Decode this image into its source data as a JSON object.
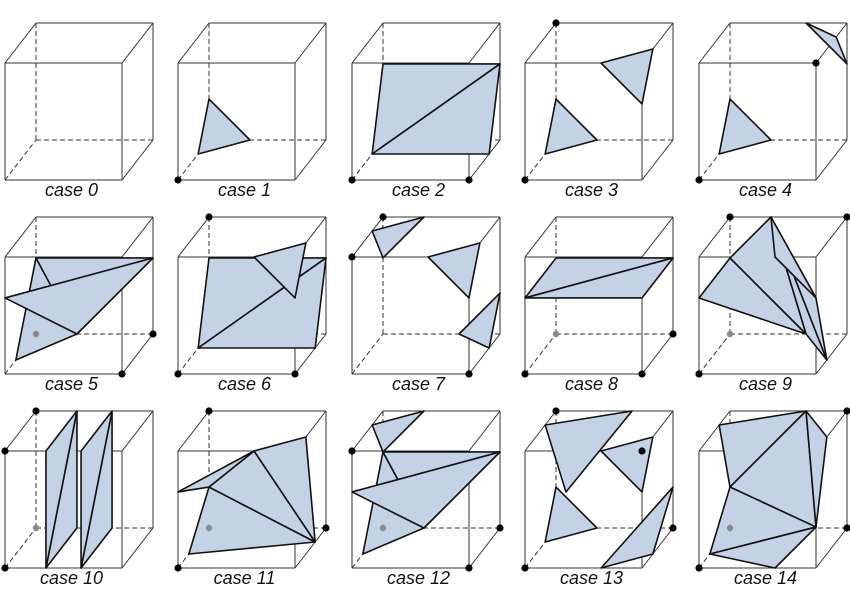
{
  "figure": {
    "cases": [
      {
        "label": "case 0",
        "vertices": [],
        "triangles": []
      },
      {
        "label": "case 1",
        "vertices": [
          0
        ],
        "triangles": [
          [
            [
              0,
              0.35,
              1
            ],
            [
              0.35,
              0,
              1
            ],
            [
              0,
              0,
              0.65
            ]
          ]
        ]
      },
      {
        "label": "case 2",
        "vertices": [
          0,
          1
        ],
        "triangles": [
          [
            [
              0,
              0.65,
              1
            ],
            [
              1,
              0.65,
              1
            ],
            [
              0,
              0,
              0.65
            ]
          ],
          [
            [
              1,
              0.65,
              1
            ],
            [
              1,
              0,
              0.65
            ],
            [
              0,
              0,
              0.65
            ]
          ]
        ]
      },
      {
        "label": "case 3",
        "vertices": [
          0,
          6
        ],
        "triangles": [
          [
            [
              0,
              0.35,
              1
            ],
            [
              0.35,
              0,
              1
            ],
            [
              0,
              0,
              0.65
            ]
          ],
          [
            [
              1,
              0.65,
              0
            ],
            [
              0.65,
              1,
              0
            ],
            [
              1,
              1,
              0.35
            ]
          ]
        ]
      },
      {
        "label": "case 4",
        "vertices": [
          0,
          5
        ],
        "triangles": [
          [
            [
              0,
              0.35,
              1
            ],
            [
              0.35,
              0,
              1
            ],
            [
              0,
              0,
              0.65
            ]
          ],
          [
            [
              0.65,
              1,
              1
            ],
            [
              1,
              0.65,
              1
            ],
            [
              1,
              1,
              0.65
            ]
          ]
        ]
      },
      {
        "label": "case 5",
        "vertices": [
          1,
          2,
          3
        ],
        "triangles": [
          [
            [
              0,
              0,
              0.35
            ],
            [
              0,
              0.65,
              1
            ],
            [
              0.35,
              0,
              1
            ]
          ],
          [
            [
              0,
              0.65,
              1
            ],
            [
              1,
              0.65,
              1
            ],
            [
              0.35,
              0,
              1
            ]
          ],
          [
            [
              1,
              0.65,
              1
            ],
            [
              0,
              0.65,
              0
            ],
            [
              0.35,
              0,
              1
            ]
          ]
        ]
      },
      {
        "label": "case 6",
        "vertices": [
          0,
          1,
          6
        ],
        "triangles": [
          [
            [
              0,
              0.65,
              1
            ],
            [
              1,
              0.65,
              1
            ],
            [
              0,
              0,
              0.65
            ]
          ],
          [
            [
              1,
              0.65,
              1
            ],
            [
              1,
              0,
              0.65
            ],
            [
              0,
              0,
              0.65
            ]
          ],
          [
            [
              1,
              0.65,
              0
            ],
            [
              0.65,
              1,
              0
            ],
            [
              1,
              1,
              0.35
            ]
          ]
        ]
      },
      {
        "label": "case 7",
        "vertices": [
          1,
          4,
          6
        ],
        "triangles": [
          [
            [
              0,
              0.65,
              1
            ],
            [
              0.35,
              1,
              1
            ],
            [
              0,
              1,
              0.65
            ]
          ],
          [
            [
              0.65,
              0,
              1
            ],
            [
              1,
              0.35,
              1
            ],
            [
              1,
              0,
              0.65
            ]
          ],
          [
            [
              1,
              0.65,
              0
            ],
            [
              0.65,
              1,
              0
            ],
            [
              1,
              1,
              0.35
            ]
          ]
        ]
      },
      {
        "label": "case 8",
        "vertices": [
          0,
          1,
          2,
          3
        ],
        "triangles": [
          [
            [
              0,
              0.65,
              1
            ],
            [
              1,
              0.65,
              1
            ],
            [
              0,
              0.65,
              0
            ]
          ],
          [
            [
              1,
              0.65,
              1
            ],
            [
              1,
              0.65,
              0
            ],
            [
              0,
              0.65,
              0
            ]
          ]
        ]
      },
      {
        "label": "case 9",
        "vertices": [
          0,
          2,
          6,
          7
        ],
        "triangles": [
          [
            [
              0,
              0.65,
              1
            ],
            [
              0,
              0.65,
              0
            ],
            [
              0.65,
              0,
              1
            ]
          ],
          [
            [
              0,
              0.65,
              1
            ],
            [
              0.35,
              1,
              1
            ],
            [
              0.65,
              0,
              1
            ]
          ],
          [
            [
              0.65,
              0,
              1
            ],
            [
              1,
              0,
              0.35
            ],
            [
              0.35,
              1,
              1
            ]
          ],
          [
            [
              0.35,
              1,
              1
            ],
            [
              1,
              0.65,
              0
            ],
            [
              1,
              0,
              0.35
            ]
          ],
          [
            [
              1,
              0.65,
              0
            ],
            [
              0.65,
              1,
              0
            ],
            [
              0.35,
              1,
              1
            ]
          ]
        ]
      },
      {
        "label": "case 10",
        "vertices": [
          0,
          4,
          6,
          2
        ],
        "triangles": [
          [
            [
              0.35,
              0,
              1
            ],
            [
              0.35,
              1,
              1
            ],
            [
              0.35,
              0,
              0
            ]
          ],
          [
            [
              0.35,
              1,
              1
            ],
            [
              0.35,
              1,
              0
            ],
            [
              0.35,
              0,
              0
            ]
          ],
          [
            [
              0.65,
              0,
              1
            ],
            [
              0.65,
              1,
              1
            ],
            [
              0.65,
              0,
              0
            ]
          ],
          [
            [
              0.65,
              1,
              1
            ],
            [
              0.65,
              1,
              0
            ],
            [
              0.65,
              0,
              0
            ]
          ]
        ]
      },
      {
        "label": "case 11",
        "vertices": [
          0,
          2,
          3,
          6
        ],
        "triangles": [
          [
            [
              0,
              0.35,
              1
            ],
            [
              0,
              0,
              0.35
            ],
            [
              1,
              0,
              0.65
            ]
          ],
          [
            [
              0,
              0.35,
              1
            ],
            [
              1,
              0,
              0.65
            ],
            [
              0.65,
              1,
              0
            ]
          ],
          [
            [
              0.65,
              1,
              0
            ],
            [
              1,
              1,
              0.35
            ],
            [
              1,
              0,
              0.65
            ]
          ],
          [
            [
              0,
              0.35,
              1
            ],
            [
              0.65,
              1,
              0
            ],
            [
              0,
              0.65,
              0
            ]
          ]
        ]
      },
      {
        "label": "case 12",
        "vertices": [
          1,
          2,
          3,
          4
        ],
        "triangles": [
          [
            [
              0,
              0.65,
              1
            ],
            [
              0.35,
              1,
              1
            ],
            [
              0,
              1,
              0.65
            ]
          ],
          [
            [
              0,
              0,
              0.35
            ],
            [
              0,
              0.65,
              1
            ],
            [
              0.35,
              0,
              1
            ]
          ],
          [
            [
              0,
              0.65,
              1
            ],
            [
              1,
              0.65,
              1
            ],
            [
              0.35,
              0,
              1
            ]
          ],
          [
            [
              1,
              0.65,
              1
            ],
            [
              0,
              0.65,
              0
            ],
            [
              0.35,
              0,
              1
            ]
          ]
        ]
      },
      {
        "label": "case 13",
        "vertices": [
          0,
          3,
          5,
          6
        ],
        "triangles": [
          [
            [
              0,
              0.35,
              1
            ],
            [
              0.35,
              0,
              1
            ],
            [
              0,
              0,
              0.65
            ]
          ],
          [
            [
              0.65,
              1,
              1
            ],
            [
              0,
              1,
              0.65
            ],
            [
              0.35,
              0.65,
              0
            ]
          ],
          [
            [
              1,
              0.65,
              0
            ],
            [
              0.65,
              1,
              0
            ],
            [
              1,
              1,
              0.35
            ]
          ],
          [
            [
              1,
              0.35,
              1
            ],
            [
              0.65,
              0,
              0
            ],
            [
              1,
              0,
              0.35
            ]
          ]
        ]
      },
      {
        "label": "case 14",
        "vertices": [
          0,
          2,
          3,
          7
        ],
        "triangles": [
          [
            [
              0,
              1,
              0.65
            ],
            [
              0.65,
              1,
              1
            ],
            [
              0,
              0.35,
              1
            ]
          ],
          [
            [
              0.65,
              1,
              1
            ],
            [
              1,
              0.35,
              0
            ],
            [
              0,
              0.35,
              1
            ]
          ],
          [
            [
              0.65,
              1,
              1
            ],
            [
              1,
              1,
              0.35
            ],
            [
              1,
              0.35,
              0
            ]
          ],
          [
            [
              0,
              0.35,
              1
            ],
            [
              1,
              0.35,
              0
            ],
            [
              0,
              0,
              0.35
            ]
          ],
          [
            [
              1,
              0.35,
              0
            ],
            [
              0.65,
              0,
              0
            ],
            [
              0,
              0,
              0.35
            ]
          ]
        ]
      }
    ]
  },
  "colors": {
    "fill": "#c4d2e6",
    "stroke": "#111111",
    "edge": "#333333",
    "vertex": "#000000",
    "hidden_vertex": "#8a8a8a"
  }
}
